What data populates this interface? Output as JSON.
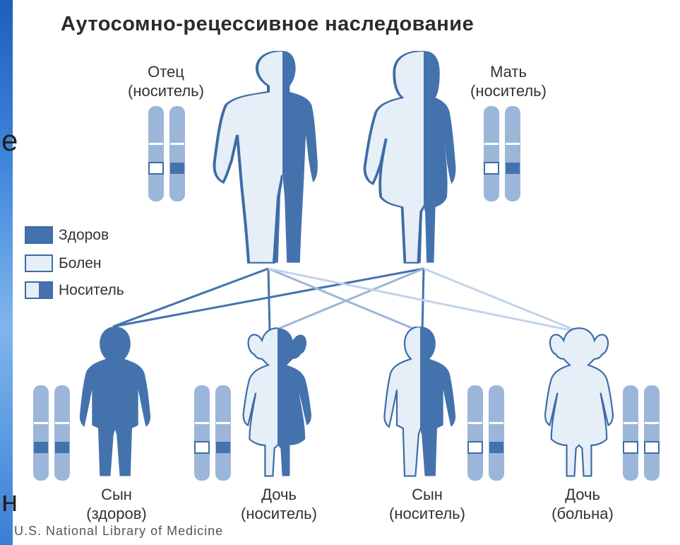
{
  "title": "Аутосомно-рецессивное наследование",
  "colors": {
    "dark": "#4472ad",
    "light": "#e6eef8",
    "chromosome": "#9cb6d9",
    "outline": "#3d6ca6"
  },
  "parents": [
    {
      "label1": "Отец",
      "label2": "(носитель)"
    },
    {
      "label1": "Мать",
      "label2": "(носитель)"
    }
  ],
  "legend": [
    {
      "label": "Здоров",
      "swatch": "dark"
    },
    {
      "label": "Болен",
      "swatch": "light"
    },
    {
      "label": "Носитель",
      "swatch": "half"
    }
  ],
  "children": [
    {
      "label1": "Сын",
      "label2": "(здоров)"
    },
    {
      "label1": "Дочь",
      "label2": "(носитель)"
    },
    {
      "label1": "Сын",
      "label2": "(носитель)"
    },
    {
      "label1": "Дочь",
      "label2": "(больна)"
    }
  ],
  "edge_text": {
    "top": "е",
    "bottom": "н"
  },
  "footer": "U.S. National Library of Medicine"
}
